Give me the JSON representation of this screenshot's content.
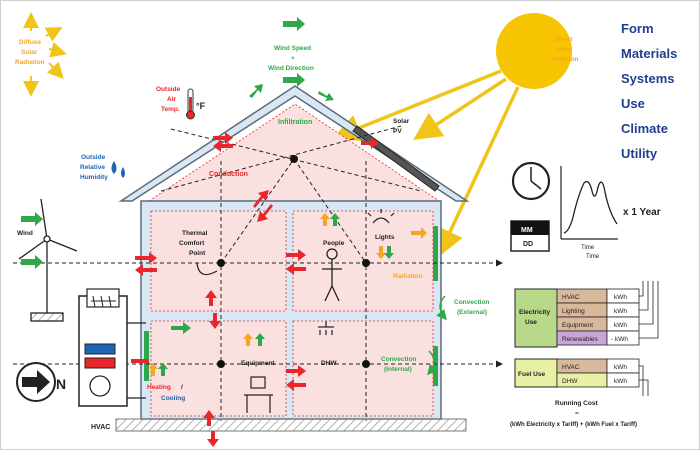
{
  "labels": {
    "diffuse": [
      "Diffuse",
      "Solar",
      "Radiation"
    ],
    "direct": [
      "Direct",
      "solar",
      "radiation"
    ],
    "wind_speed": [
      "Wind Speed",
      "+",
      "Wind Direction"
    ],
    "outside_temp": [
      "Outside",
      "Air",
      "Temp."
    ],
    "deg_f": "°F",
    "infiltration": "Infiltration",
    "solar_pv": "Solar",
    "pv": "PV",
    "humidity": [
      "Outside",
      "Relative",
      "Humidity"
    ],
    "conduction": "Conduction",
    "wind": "Wind",
    "thermal": [
      "Thermal",
      "Comfort",
      "Point"
    ],
    "people": "People",
    "lights": "Lights",
    "radiation": "Radiation",
    "convection_ext": [
      "Convection",
      "(External)"
    ],
    "convection_int": [
      "Convection",
      "(Internal)"
    ],
    "equipment": "Equipment",
    "dhw": "DHW",
    "heating": "Heating",
    "slash": "/",
    "cooling": "Cooling",
    "hvac": "HVAC",
    "north": "N",
    "one_year": "x 1 Year",
    "mm": "MM",
    "dd": "DD",
    "time1": "Time",
    "time2": "Time"
  },
  "factors": [
    "Form",
    "Materials",
    "Systems",
    "Use",
    "Climate",
    "Utility"
  ],
  "electricity": {
    "title": [
      "Electricity",
      "Use"
    ],
    "rows": [
      {
        "name": "HVAC",
        "unit": "kWh"
      },
      {
        "name": "Lighting",
        "unit": "kWh"
      },
      {
        "name": "Equipment",
        "unit": "kWh"
      },
      {
        "name": "Renewables",
        "unit": "- kWh"
      }
    ]
  },
  "fuel": {
    "title": "Fuel Use",
    "rows": [
      {
        "name": "HVAC",
        "unit": "kWh"
      },
      {
        "name": "DHW",
        "unit": "kWh"
      }
    ]
  },
  "running_cost": {
    "title": "Running Cost",
    "eq": "=",
    "formula": "(kWh Electricity x Tariff) + (kWh Fuel x Tariff)"
  },
  "colors": {
    "sun": "#f6c400",
    "sun_ray": "#f0c419",
    "room_fill": "#fbe0e0",
    "house_outline": "#5a6b7c",
    "insulation": "#d8e7f3",
    "arrow_red": "#e8262b",
    "arrow_green": "#2ea84b",
    "arrow_orange": "#f5a623",
    "blue_text": "#1e64b4",
    "electric_header": "#b9d98a",
    "fuel_header": "#e8f0a6",
    "tan": "#d9b99b",
    "renewables": "#c9a6d9",
    "dark_blue": "#1f3f8f"
  }
}
